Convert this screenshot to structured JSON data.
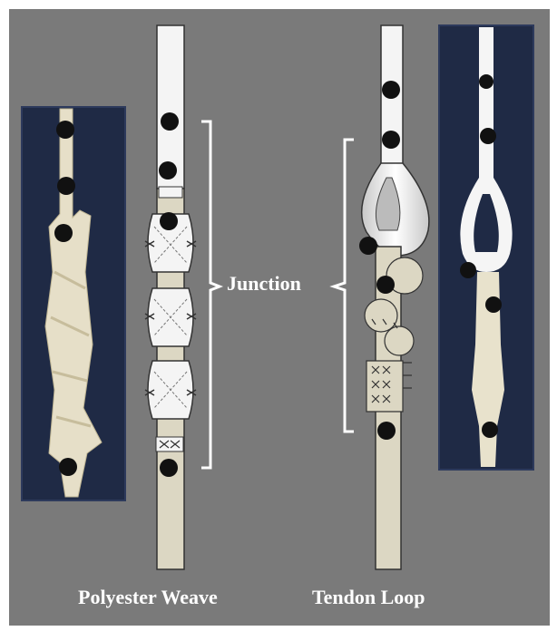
{
  "labels": {
    "junction": "Junction",
    "left_caption": "Polyester Weave",
    "right_caption": "Tendon Loop"
  },
  "colors": {
    "background": "#7a7a7a",
    "tendon": "#dcd7c3",
    "polyester": "#f2f2f2",
    "marker": "#111111",
    "bracket": "#ffffff",
    "photo_background": "#1f2a45"
  }
}
